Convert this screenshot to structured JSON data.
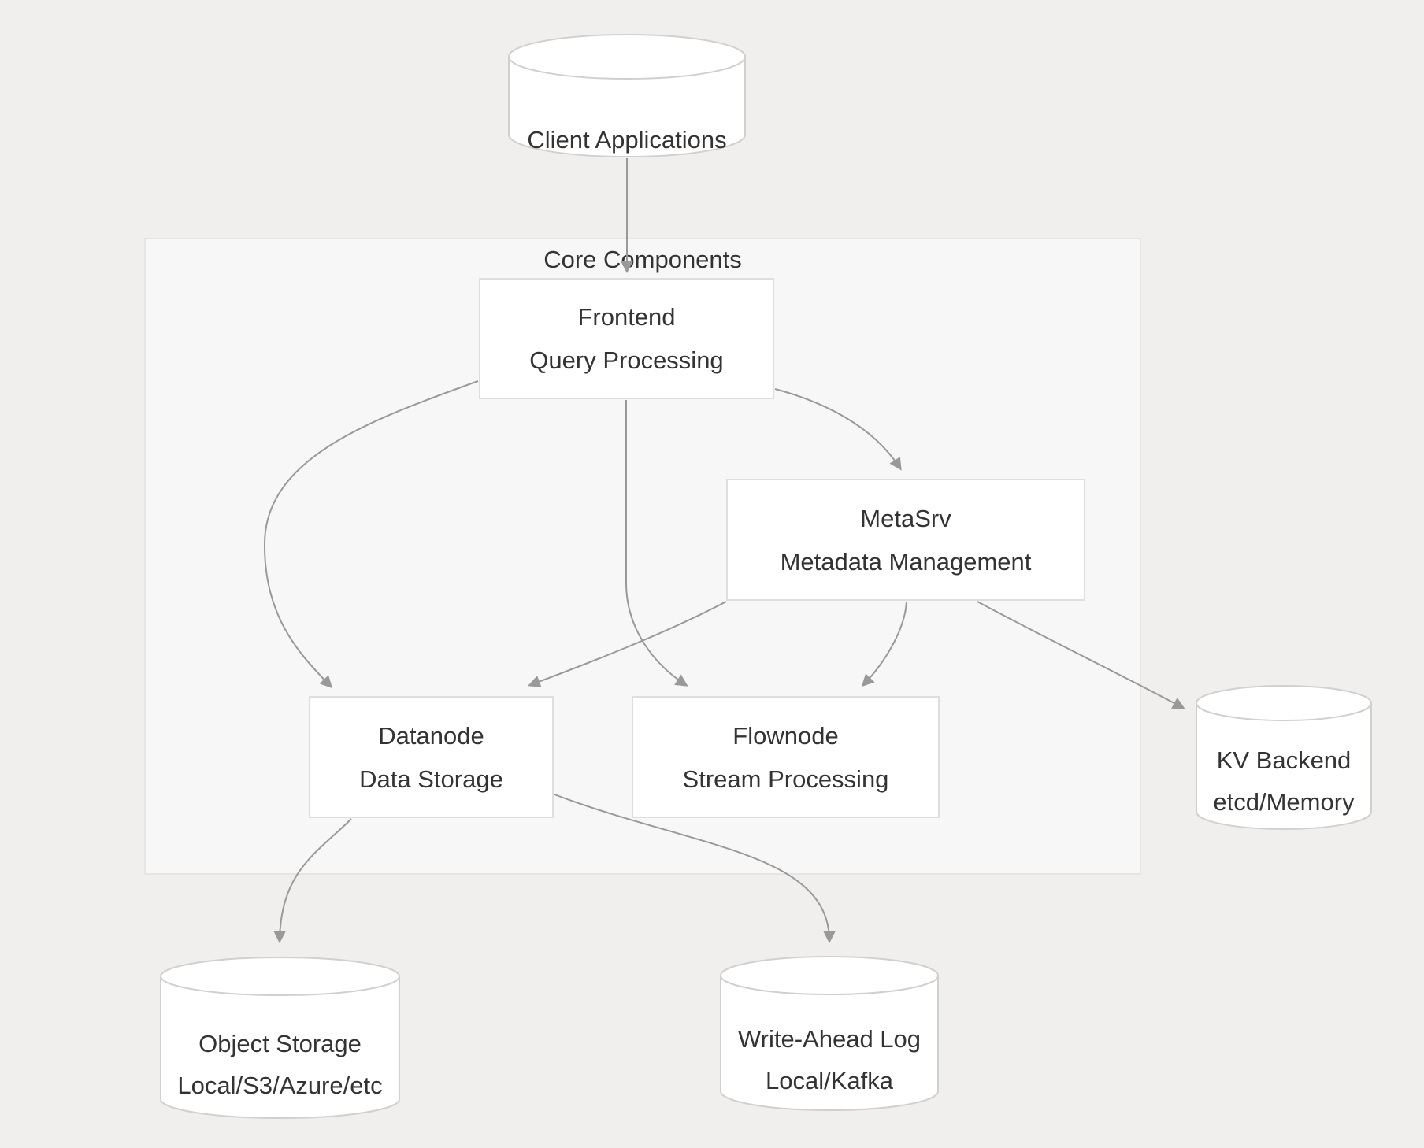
{
  "diagram": {
    "subgraph": {
      "label": "Core Components"
    },
    "nodes": {
      "client": {
        "label": "Client Applications",
        "shape": "cylinder"
      },
      "frontend": {
        "label": "Frontend",
        "sublabel": "Query Processing",
        "shape": "rect"
      },
      "metasrv": {
        "label": "MetaSrv",
        "sublabel": "Metadata Management",
        "shape": "rect"
      },
      "datanode": {
        "label": "Datanode",
        "sublabel": "Data Storage",
        "shape": "rect"
      },
      "flownode": {
        "label": "Flownode",
        "sublabel": "Stream Processing",
        "shape": "rect"
      },
      "kv_backend": {
        "label": "KV Backend",
        "sublabel": "etcd/Memory",
        "shape": "cylinder"
      },
      "object_storage": {
        "label": "Object Storage",
        "sublabel": "Local/S3/Azure/etc",
        "shape": "cylinder"
      },
      "write_ahead_log": {
        "label": "Write-Ahead Log",
        "sublabel": "Local/Kafka",
        "shape": "cylinder"
      }
    },
    "edges": [
      {
        "from": "client",
        "to": "frontend"
      },
      {
        "from": "frontend",
        "to": "datanode"
      },
      {
        "from": "frontend",
        "to": "flownode"
      },
      {
        "from": "frontend",
        "to": "metasrv"
      },
      {
        "from": "metasrv",
        "to": "datanode"
      },
      {
        "from": "metasrv",
        "to": "flownode"
      },
      {
        "from": "metasrv",
        "to": "kv_backend"
      },
      {
        "from": "datanode",
        "to": "object_storage"
      },
      {
        "from": "datanode",
        "to": "write_ahead_log"
      }
    ],
    "colors": {
      "page_bg": "#f0efed",
      "subgraph_bg": "#f7f7f7",
      "subgraph_border": "#e7e5e3",
      "node_bg": "#ffffff",
      "node_border": "#e0dedc",
      "cylinder_border": "#d2d0ce",
      "edge_color": "#999999",
      "text_color": "#333333"
    }
  }
}
